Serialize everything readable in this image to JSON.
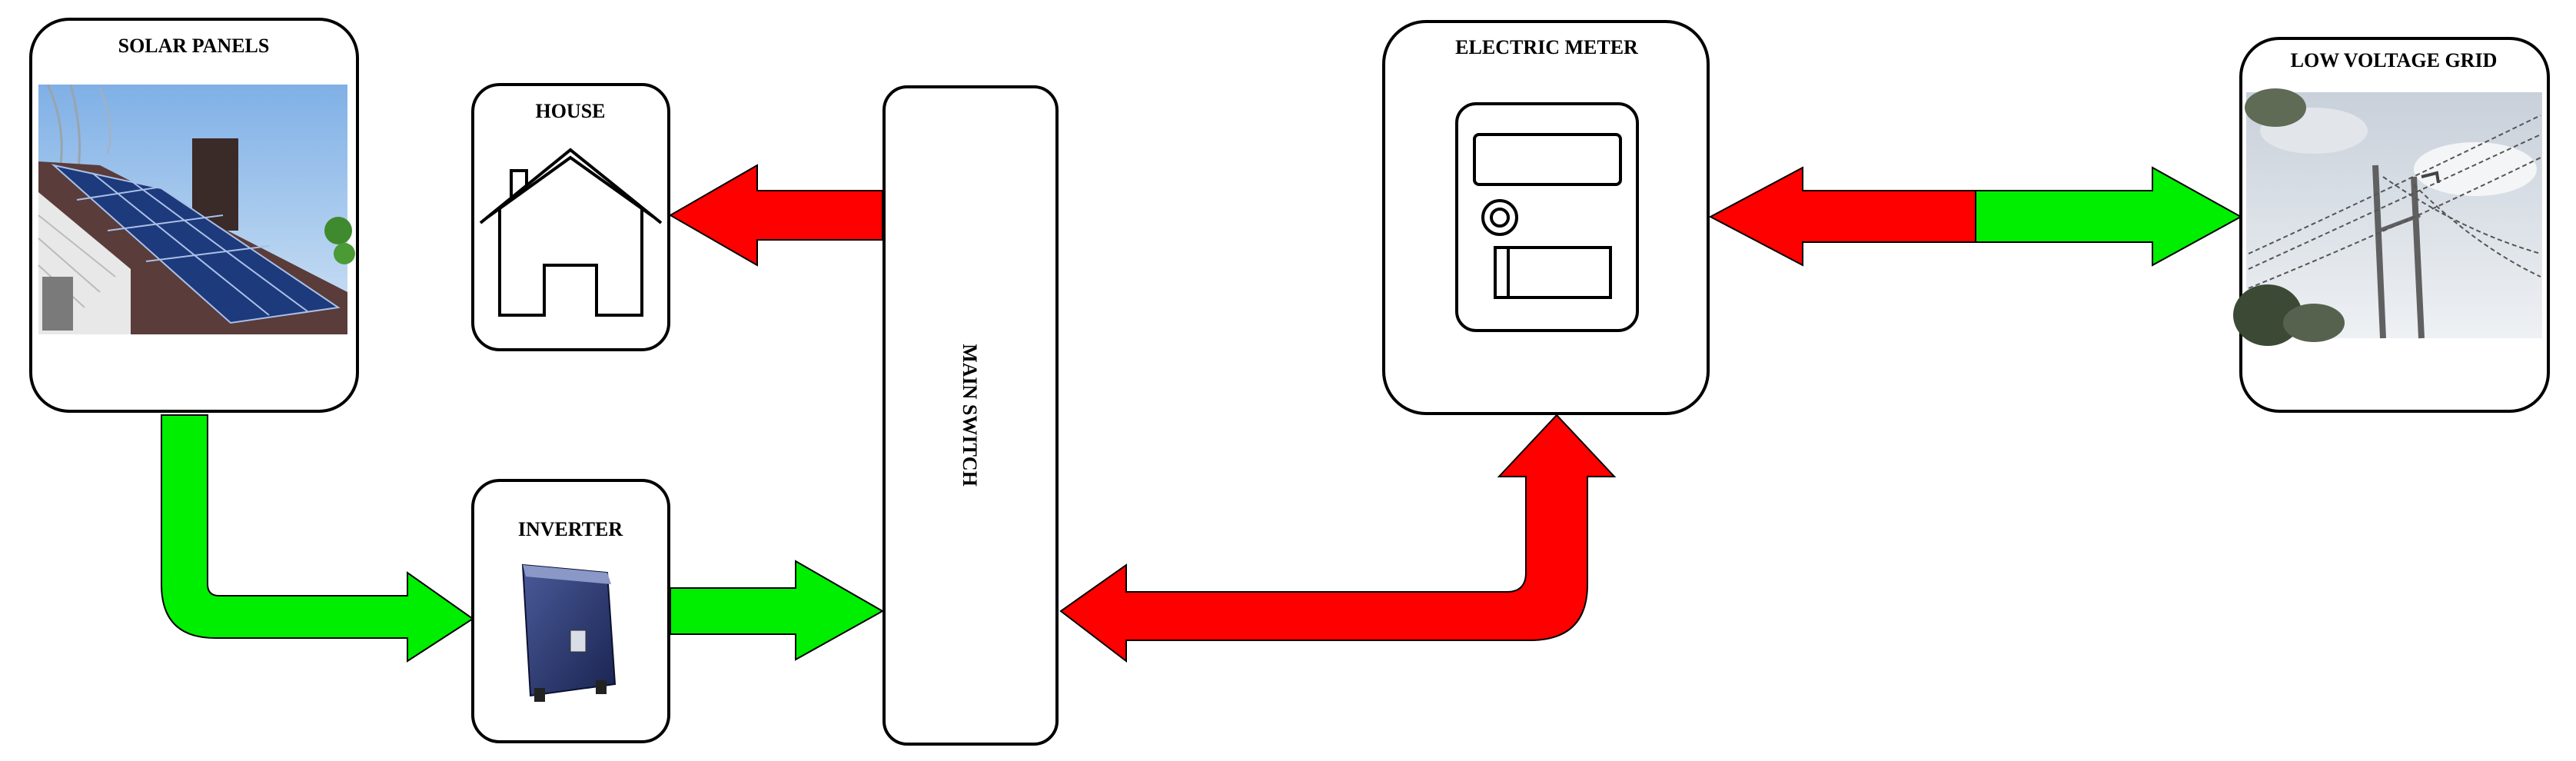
{
  "nodes": {
    "solar_panels": {
      "label": "SOLAR PANELS"
    },
    "house": {
      "label": "HOUSE"
    },
    "inverter": {
      "label": "INVERTER"
    },
    "main_switch": {
      "label": "MAIN SWITCH"
    },
    "electric_meter": {
      "label": "ELECTRIC METER"
    },
    "low_voltage_grid": {
      "label": "LOW VOLTAGE GRID"
    }
  },
  "flows": [
    {
      "from": "solar_panels",
      "to": "inverter",
      "color": "green"
    },
    {
      "from": "inverter",
      "to": "main_switch",
      "color": "green"
    },
    {
      "from": "main_switch",
      "to": "house",
      "color": "red"
    },
    {
      "from": "main_switch",
      "to": "electric_meter",
      "color": "red",
      "bidirectional": true
    },
    {
      "from": "electric_meter",
      "to": "low_voltage_grid",
      "color": "red/green",
      "bidirectional": true
    }
  ],
  "colors": {
    "export_flow": "#00ee00",
    "import_flow": "#ff0000",
    "outline": "#000000"
  }
}
